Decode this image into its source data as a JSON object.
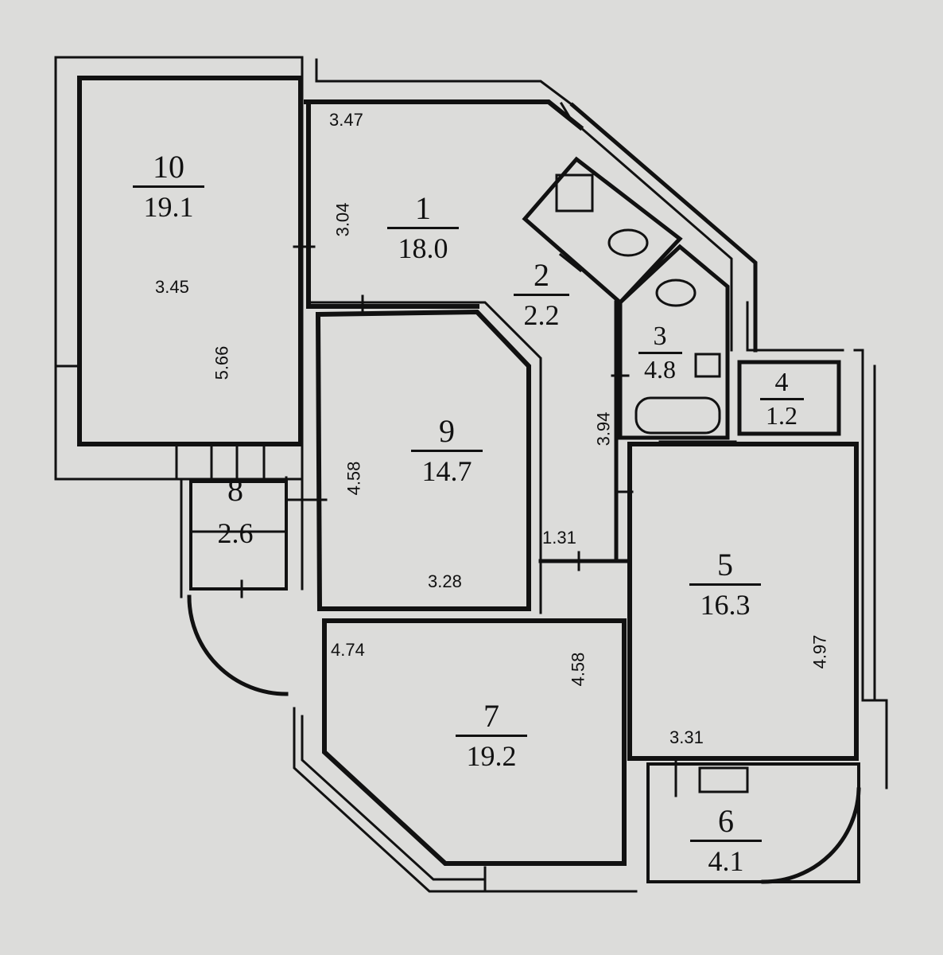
{
  "rooms": [
    {
      "number": "10",
      "area": "19.1"
    },
    {
      "number": "1",
      "area": "18.0"
    },
    {
      "number": "2",
      "area": "2.2"
    },
    {
      "number": "3",
      "area": "4.8"
    },
    {
      "number": "4",
      "area": "1.2"
    },
    {
      "number": "9",
      "area": "14.7"
    },
    {
      "number": "8",
      "area": "2.6"
    },
    {
      "number": "5",
      "area": "16.3"
    },
    {
      "number": "7",
      "area": "19.2"
    },
    {
      "number": "6",
      "area": "4.1"
    }
  ],
  "dimensions": {
    "room10_width": "3.45",
    "room10_length": "5.66",
    "room1_width": "3.47",
    "room1_length": "3.04",
    "corridor_length": "3.94",
    "room9_length": "4.58",
    "room9_width": "3.28",
    "corridor_width": "1.31",
    "room7_width": "4.74",
    "room7_length": "4.58",
    "room5_length": "4.97",
    "room5_width": "3.31"
  }
}
